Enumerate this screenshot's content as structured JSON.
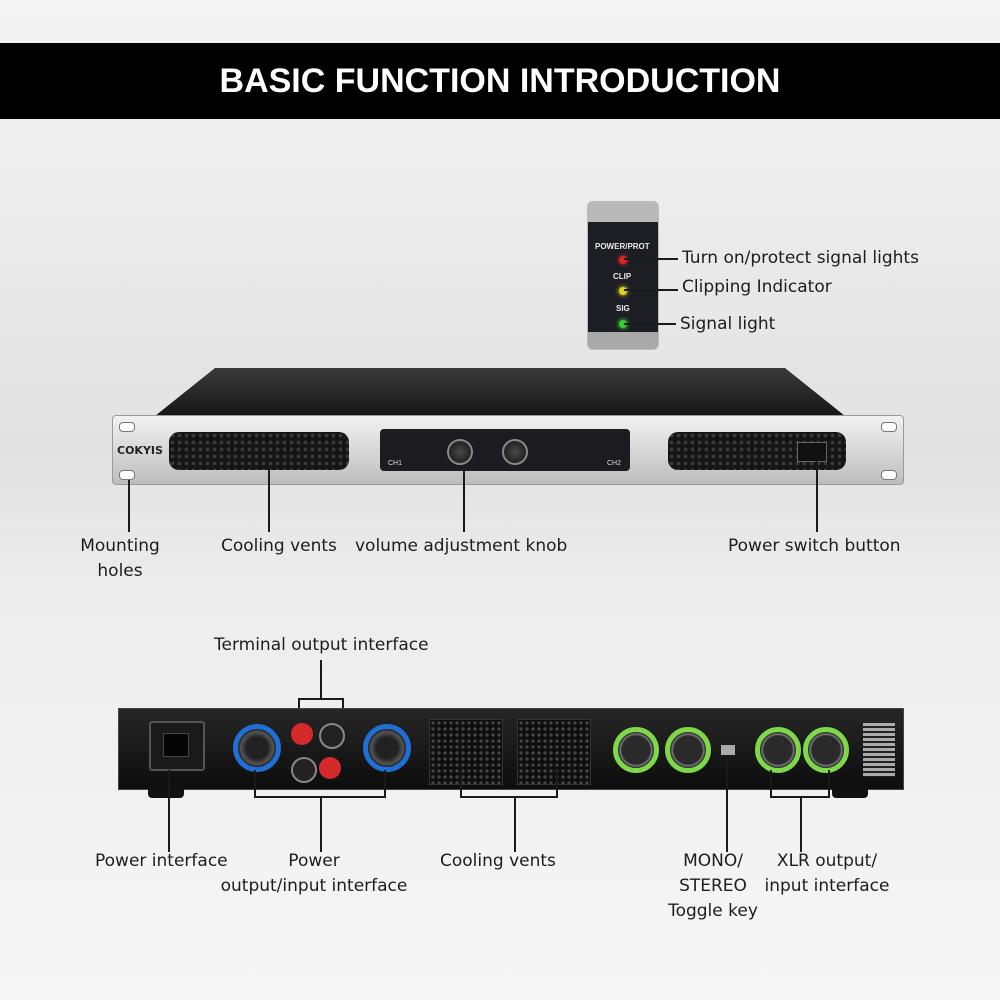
{
  "header": {
    "title": "BASIC FUNCTION INTRODUCTION"
  },
  "brand": {
    "logo": "COKYIS"
  },
  "led_panel": {
    "labels": {
      "power": "POWER/PROT",
      "clip": "CLIP",
      "sig": "SIG"
    },
    "annotations": {
      "power": "Turn on/protect signal lights",
      "clip": "Clipping Indicator",
      "sig": "Signal light"
    },
    "colors": {
      "power": "#e02424",
      "clip": "#e0d020",
      "sig": "#30d030"
    }
  },
  "front": {
    "channels": [
      "CH1",
      "CH2"
    ],
    "annotations": {
      "mounting": [
        "Mounting",
        "holes"
      ],
      "vents": "Cooling vents",
      "knob": "volume adjustment knob",
      "power_switch": "Power switch button"
    }
  },
  "rear": {
    "annotations": {
      "terminal": "Terminal output interface",
      "power_interface": "Power interface",
      "power_io": [
        "Power",
        "output/input interface"
      ],
      "vents": "Cooling vents",
      "mono": [
        "MONO/",
        "STEREO",
        "Toggle key"
      ],
      "xlr": [
        "XLR output/",
        "input interface"
      ]
    },
    "colors": {
      "speakon": "#1f6fd6",
      "xlr": "#7fd84a",
      "binding_red": "#d42a2a"
    }
  }
}
